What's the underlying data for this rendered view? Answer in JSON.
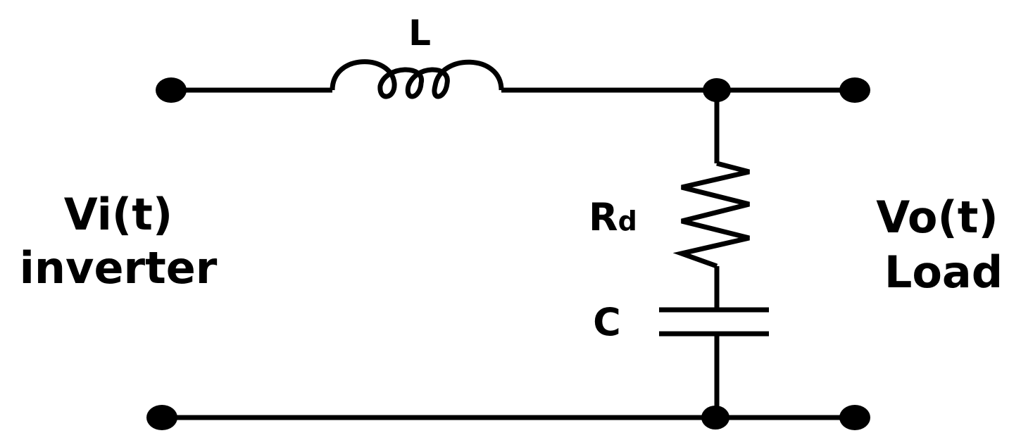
{
  "labels": {
    "inductor": "L",
    "resistor_main": "R",
    "resistor_sub": "d",
    "capacitor": "C",
    "input_signal": "Vi(t)",
    "input_source": "inverter",
    "output_signal": "Vo(t)",
    "output_load": "Load"
  },
  "components": {
    "inductor": "inductor",
    "resistor": "resistor",
    "capacitor": "capacitor"
  },
  "colors": {
    "wire": "#000000",
    "background": "#ffffff"
  }
}
